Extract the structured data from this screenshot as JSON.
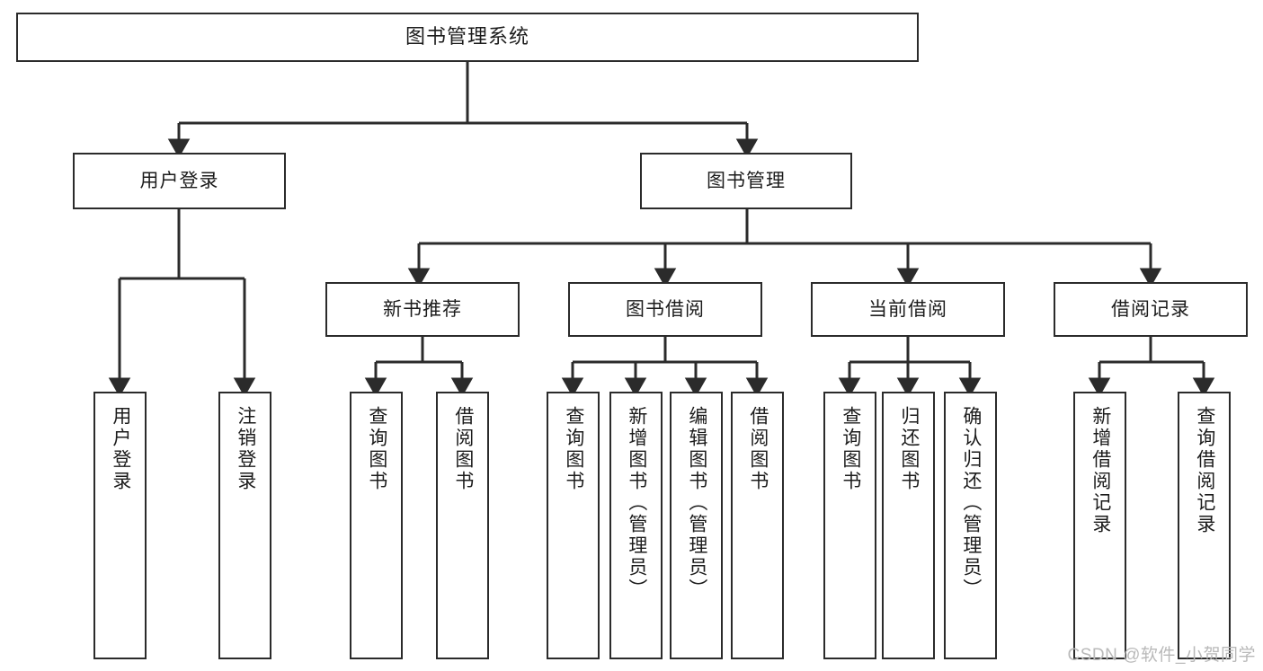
{
  "diagram": {
    "title": "图书管理系统",
    "watermark": "CSDN @软件_小贺同学",
    "line_color": "#2b2b2b",
    "box_fill": "#ffffff",
    "text_color": "#1c1c1c",
    "watermark_color": "#b9b9b9",
    "levels": {
      "root": {
        "label": "图书管理系统"
      },
      "level2": [
        {
          "label": "用户登录"
        },
        {
          "label": "图书管理"
        }
      ],
      "level3": [
        {
          "label": "新书推荐"
        },
        {
          "label": "图书借阅"
        },
        {
          "label": "当前借阅"
        },
        {
          "label": "借阅记录"
        }
      ],
      "leaves": [
        {
          "label": "用户登录",
          "parent": "用户登录"
        },
        {
          "label": "注销登录",
          "parent": "用户登录"
        },
        {
          "label": "查询图书",
          "parent": "新书推荐"
        },
        {
          "label": "借阅图书",
          "parent": "新书推荐"
        },
        {
          "label": "查询图书",
          "parent": "图书借阅"
        },
        {
          "label": "新增图书（管理员）",
          "parent": "图书借阅"
        },
        {
          "label": "编辑图书（管理员）",
          "parent": "图书借阅"
        },
        {
          "label": "借阅图书",
          "parent": "图书借阅"
        },
        {
          "label": "查询图书",
          "parent": "当前借阅"
        },
        {
          "label": "归还图书",
          "parent": "当前借阅"
        },
        {
          "label": "确认归还（管理员）",
          "parent": "当前借阅"
        },
        {
          "label": "新增借阅记录",
          "parent": "借阅记录"
        },
        {
          "label": "查询借阅记录",
          "parent": "借阅记录"
        }
      ]
    }
  }
}
